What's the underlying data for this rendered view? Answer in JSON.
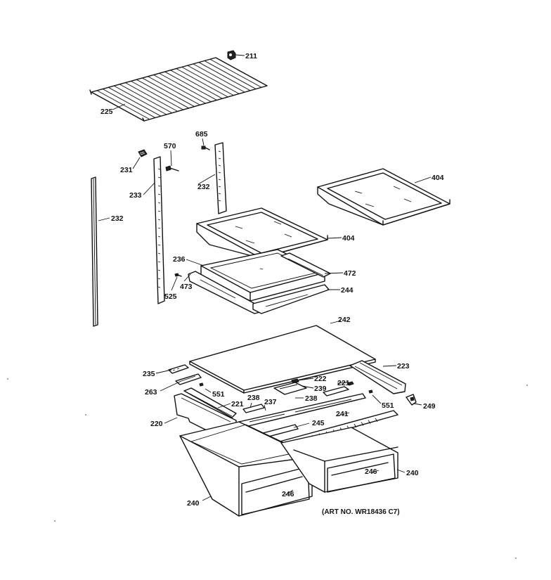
{
  "art_number": "(ART NO. WR18436 C7)",
  "callouts": [
    "211",
    "225",
    "685",
    "570",
    "231",
    "233",
    "232",
    "232",
    "404",
    "404",
    "236",
    "472",
    "473",
    "525",
    "244",
    "242",
    "235",
    "223",
    "222",
    "221",
    "263",
    "239",
    "238",
    "238",
    "551",
    "221",
    "237",
    "551",
    "249",
    "220",
    "241",
    "245",
    "246",
    "240",
    "246",
    "240"
  ]
}
